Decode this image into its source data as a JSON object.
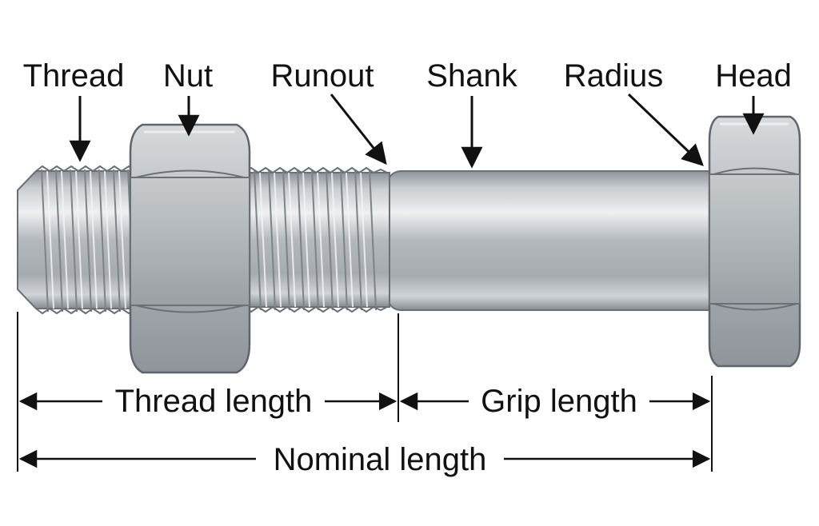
{
  "labels": {
    "thread": "Thread",
    "nut": "Nut",
    "runout": "Runout",
    "shank": "Shank",
    "radius": "Radius",
    "head": "Head"
  },
  "dimensions": {
    "thread_length": "Thread length",
    "grip_length": "Grip length",
    "nominal_length": "Nominal length"
  },
  "colors": {
    "steel_light": "#e8ebee",
    "steel_mid": "#b9bec3",
    "steel_dark": "#7d8388",
    "outline": "#5f656a",
    "ink": "#111111"
  }
}
